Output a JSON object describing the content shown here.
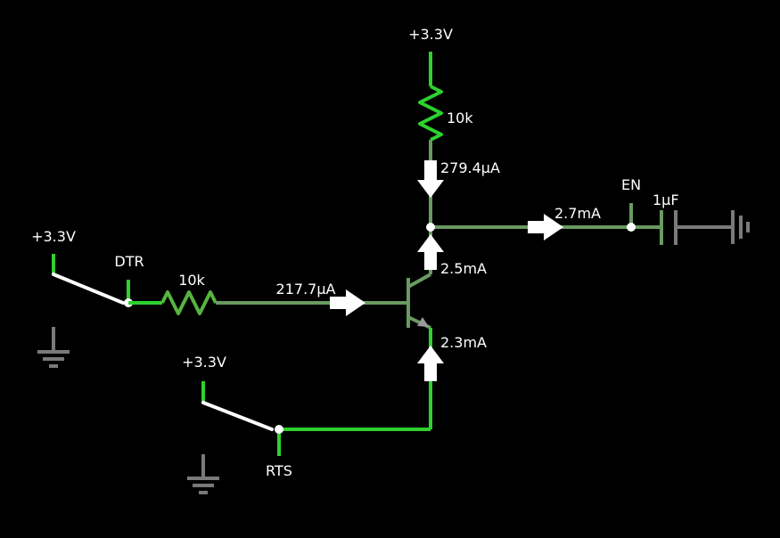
{
  "colors": {
    "background": "#000000",
    "high_wire": "#2ed12e",
    "mid_wire": "#6a9a62",
    "gray_wire": "#7a7a7a",
    "text": "#ffffff",
    "arrow": "#ffffff"
  },
  "supplies": {
    "top": "+3.3V",
    "dtr_switch": "+3.3V",
    "rts_switch": "+3.3V"
  },
  "resistors": {
    "pullup": "10k",
    "base": "10k"
  },
  "capacitor": "1µF",
  "nodes": {
    "dtr": "DTR",
    "rts": "RTS",
    "en": "EN"
  },
  "currents": {
    "pullup": "279.4µA",
    "base": "217.7µA",
    "collector": "2.5mA",
    "emitter": "2.3mA",
    "en_line": "2.7mA"
  }
}
